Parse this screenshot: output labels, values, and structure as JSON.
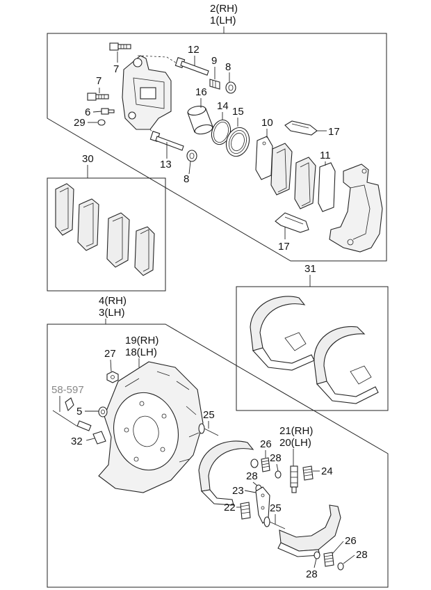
{
  "assemblies": {
    "front_caliper": {
      "rh": "2(RH)",
      "lh": "1(LH)"
    },
    "rear_brake": {
      "rh": "4(RH)",
      "lh": "3(LH)"
    }
  },
  "callouts": {
    "c5": "5",
    "c6": "6",
    "c7a": "7",
    "c7b": "7",
    "c8a": "8",
    "c8b": "8",
    "c9": "9",
    "c10": "10",
    "c11": "11",
    "c12": "12",
    "c13": "13",
    "c14": "14",
    "c15": "15",
    "c16": "16",
    "c17a": "17",
    "c17b": "17",
    "c19rh": "19(RH)",
    "c18lh": "18(LH)",
    "c21rh": "21(RH)",
    "c20lh": "20(LH)",
    "c22": "22",
    "c23": "23",
    "c24": "24",
    "c25a": "25",
    "c25b": "25",
    "c26a": "26",
    "c26b": "26",
    "c27": "27",
    "c28a": "28",
    "c28b": "28",
    "c28c": "28",
    "c28d": "28",
    "c29": "29",
    "c30": "30",
    "c31": "31",
    "c32": "32"
  },
  "reference": {
    "c58597": "58-597"
  }
}
